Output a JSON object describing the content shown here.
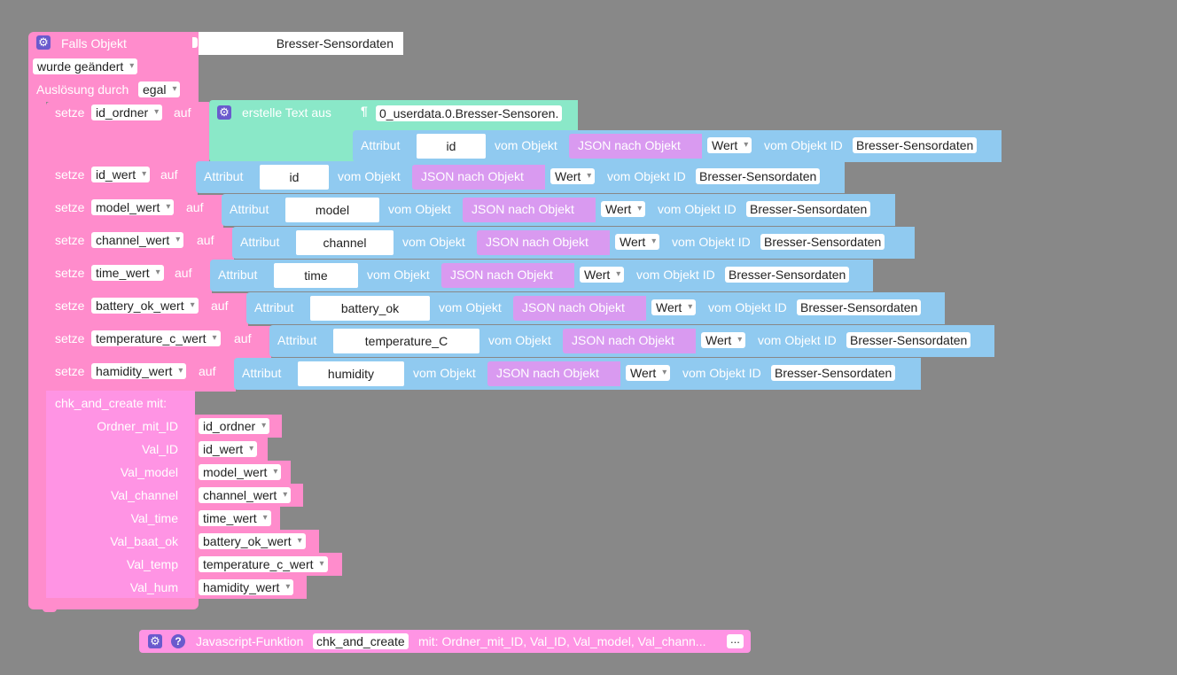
{
  "trigger": {
    "header_label": "Falls Objekt",
    "object_id": "Bresser-Sensordaten",
    "changed_dd": "wurde geändert",
    "trigger_label": "Auslösung durch",
    "trigger_dd": "egal"
  },
  "words": {
    "setze": "setze",
    "auf": "auf",
    "attribut": "Attribut",
    "vom_objekt": "vom Objekt",
    "json_nach_objekt": "JSON nach Objekt",
    "wert": "Wert",
    "vom_objekt_id": "vom Objekt ID",
    "object_id": "Bresser-Sensordaten"
  },
  "first_set": {
    "var": "id_ordner",
    "create_text": "erstelle Text aus",
    "text_value": "0_userdata.0.Bresser-Sensoren.",
    "attr": "id"
  },
  "sets": [
    {
      "var": "id_wert",
      "attr": "id"
    },
    {
      "var": "model_wert",
      "attr": "model"
    },
    {
      "var": "channel_wert",
      "attr": "channel"
    },
    {
      "var": "time_wert",
      "attr": "time"
    },
    {
      "var": "battery_ok_wert",
      "attr": "battery_ok"
    },
    {
      "var": "temperature_c_wert",
      "attr": "temperature_C"
    },
    {
      "var": "hamidity_wert",
      "attr": "humidity"
    }
  ],
  "call": {
    "title": "chk_and_create  mit:",
    "params": [
      {
        "label": "Ordner_mit_ID",
        "value": "id_ordner"
      },
      {
        "label": "Val_ID",
        "value": "id_wert"
      },
      {
        "label": "Val_model",
        "value": "model_wert"
      },
      {
        "label": "Val_channel",
        "value": "channel_wert"
      },
      {
        "label": "Val_time",
        "value": "time_wert"
      },
      {
        "label": "Val_baat_ok",
        "value": "battery_ok_wert"
      },
      {
        "label": "Val_temp",
        "value": "temperature_c_wert"
      },
      {
        "label": "Val_hum",
        "value": "hamidity_wert"
      }
    ]
  },
  "function_def": {
    "label": "Javascript-Funktion",
    "name": "chk_and_create",
    "params_text": "mit: Ordner_mit_ID, Val_ID, Val_model, Val_chann...",
    "ellipsis": "..."
  },
  "colors": {
    "background": "#888888",
    "event": "#ff8ccc",
    "text": "#8ae8c8",
    "attribute": "#90caf0",
    "json": "#d99af0",
    "procedure": "#ff94e4"
  }
}
